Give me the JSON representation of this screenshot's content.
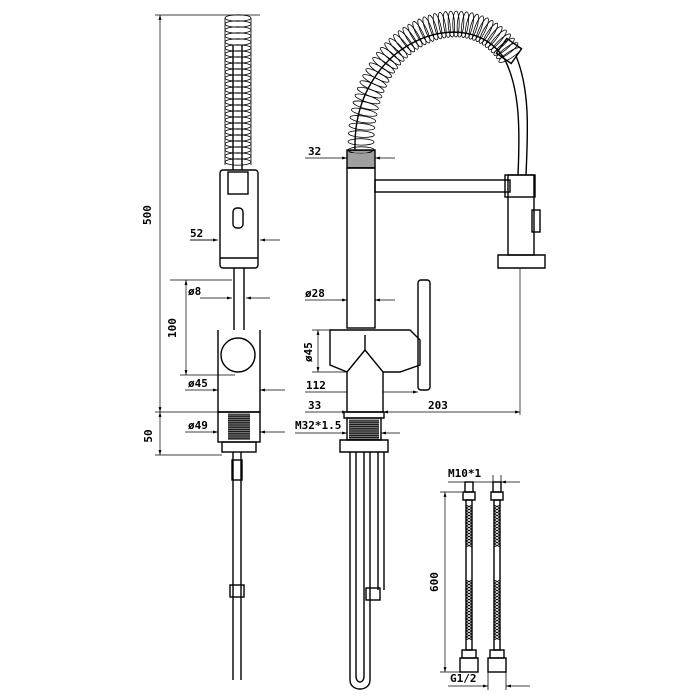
{
  "dimensions": {
    "total_height": "500",
    "spray_head_width": "52",
    "spout_diameter": "ø8",
    "lever_height": "100",
    "body_diameter": "ø45",
    "base_diameter": "ø49",
    "base_height": "50",
    "neck_diameter": "32",
    "column_diameter": "ø28",
    "body_diameter_front": "ø45",
    "body_offset": "112",
    "column_offset": "33",
    "reach": "203",
    "thread": "M32*1.5",
    "hose_thread": "M10*1",
    "hose_length": "600",
    "hose_connection": "G1/2"
  }
}
